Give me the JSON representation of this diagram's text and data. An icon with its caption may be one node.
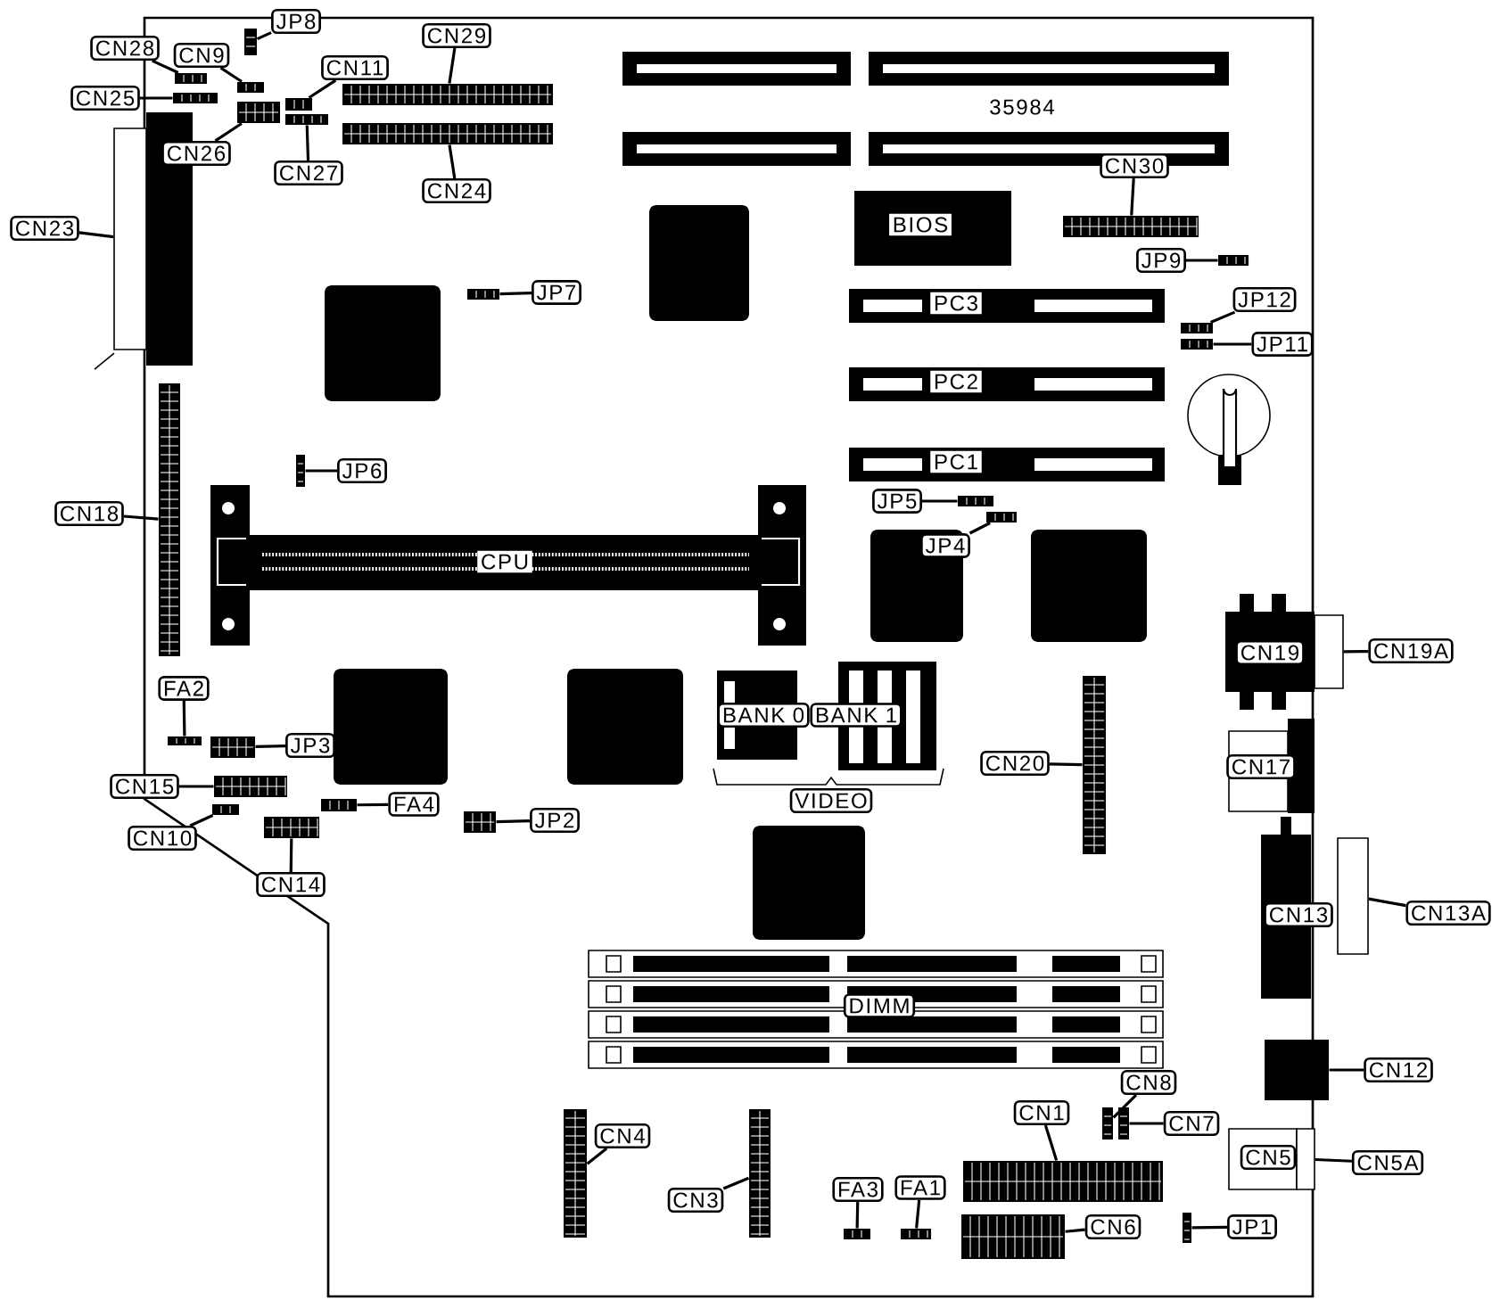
{
  "diagram": {
    "nodes": [
      {
        "text": [
          "JP8"
        ]
      },
      {
        "text": [],
        "shape": "box"
      },
      {
        "text": [
          "CN28"
        ]
      },
      {
        "text": [],
        "shape": "box"
      },
      {
        "text": [
          "CN9"
        ]
      },
      {
        "text": [],
        "shape": "box"
      },
      {
        "text": [
          "CN29"
        ]
      },
      {
        "text": [],
        "shape": "box"
      },
      {
        "text": [
          "CN11"
        ]
      },
      {
        "text": [],
        "shape": "box"
      },
      {
        "text": [
          "CN25"
        ]
      },
      {
        "text": [],
        "shape": "box"
      },
      {
        "text": [
          "CN26"
        ]
      },
      {
        "text": [],
        "shape": "box"
      },
      {
        "text": [
          "CN27"
        ]
      },
      {
        "text": [],
        "shape": "box"
      },
      {
        "text": [
          "CN24"
        ]
      },
      {
        "text": [],
        "shape": "box"
      },
      {
        "text": [
          "BIOS"
        ]
      },
      {
        "text": [
          "CN30"
        ]
      },
      {
        "text": [],
        "shape": "box"
      },
      {
        "text": [
          "CN23"
        ]
      },
      {
        "text": [],
        "shape": "box"
      },
      {
        "text": [
          "JP9"
        ]
      },
      {
        "text": [],
        "shape": "box"
      },
      {
        "text": [
          "JP7"
        ]
      },
      {
        "text": [],
        "shape": "box"
      },
      {
        "text": [
          "PC3"
        ]
      },
      {
        "text": [
          "JP12"
        ]
      },
      {
        "text": [],
        "shape": "box"
      },
      {
        "text": [
          "JP11"
        ]
      },
      {
        "text": [],
        "shape": "box"
      },
      {
        "text": [
          "PC2"
        ]
      },
      {
        "text": [
          "PC1"
        ]
      },
      {
        "text": [
          "JP6"
        ]
      },
      {
        "text": [],
        "shape": "box"
      },
      {
        "text": [
          "JP5"
        ]
      },
      {
        "text": [],
        "shape": "box"
      },
      {
        "text": [
          "CN18"
        ]
      },
      {
        "text": [],
        "shape": "box"
      },
      {
        "text": [
          "JP4"
        ]
      },
      {
        "text": [],
        "shape": "box"
      },
      {
        "text": [
          "CPU"
        ]
      },
      {
        "text": [
          "CN19"
        ]
      },
      {
        "text": [
          "CN19A"
        ]
      },
      {
        "text": [],
        "shape": "box"
      },
      {
        "text": [
          "FA2"
        ]
      },
      {
        "text": [],
        "shape": "box"
      },
      {
        "text": [
          "BANK 0"
        ]
      },
      {
        "text": [
          "BANK 1"
        ]
      },
      {
        "text": [
          "JP3"
        ]
      },
      {
        "text": [],
        "shape": "box"
      },
      {
        "text": [
          "CN20"
        ]
      },
      {
        "text": [],
        "shape": "box"
      },
      {
        "text": [
          "CN17"
        ]
      },
      {
        "text": [
          "CN15"
        ]
      },
      {
        "text": [],
        "shape": "box"
      },
      {
        "text": [
          "VIDEO"
        ]
      },
      {
        "text": [
          "FA4"
        ]
      },
      {
        "text": [],
        "shape": "box"
      },
      {
        "text": [
          "JP2"
        ]
      },
      {
        "text": [],
        "shape": "box"
      },
      {
        "text": [
          "CN10"
        ]
      },
      {
        "text": [],
        "shape": "box"
      },
      {
        "text": [
          "CN14"
        ]
      },
      {
        "text": [],
        "shape": "box"
      },
      {
        "text": [
          "CN13"
        ]
      },
      {
        "text": [
          "CN13A"
        ]
      },
      {
        "text": [],
        "shape": "box"
      },
      {
        "text": [
          "DIMM"
        ]
      },
      {
        "text": [
          "CN12"
        ]
      },
      {
        "text": [],
        "shape": "box"
      },
      {
        "text": [
          "CN8"
        ]
      },
      {
        "text": [],
        "shape": "box"
      },
      {
        "text": [
          "CN1"
        ]
      },
      {
        "text": [],
        "shape": "box"
      },
      {
        "text": [
          "CN7"
        ]
      },
      {
        "text": [],
        "shape": "box"
      },
      {
        "text": [
          "CN4"
        ]
      },
      {
        "text": [],
        "shape": "box"
      },
      {
        "text": [
          "CN5"
        ]
      },
      {
        "text": [
          "CN5A"
        ]
      },
      {
        "text": [],
        "shape": "box"
      },
      {
        "text": [
          "FA3"
        ]
      },
      {
        "text": [],
        "shape": "box"
      },
      {
        "text": [
          "FA1"
        ]
      },
      {
        "text": [],
        "shape": "box"
      },
      {
        "text": [
          "CN3"
        ]
      },
      {
        "text": [],
        "shape": "box"
      },
      {
        "text": [
          "CN6"
        ]
      },
      {
        "text": [],
        "shape": "box"
      },
      {
        "text": [
          "JP1"
        ]
      },
      {
        "text": [],
        "shape": "box"
      }
    ],
    "edges": [
      {
        "from": 0,
        "to": 1,
        "arrow": "none"
      },
      {
        "from": 2,
        "to": 3,
        "arrow": "none"
      },
      {
        "from": 4,
        "to": 5,
        "arrow": "none"
      },
      {
        "from": 6,
        "to": 7,
        "arrow": "none"
      },
      {
        "from": 8,
        "to": 9,
        "arrow": "none"
      },
      {
        "from": 10,
        "to": 11,
        "arrow": "none"
      },
      {
        "from": 12,
        "to": 13,
        "arrow": "none"
      },
      {
        "from": 14,
        "to": 15,
        "arrow": "none"
      },
      {
        "from": 16,
        "to": 17,
        "arrow": "none"
      },
      {
        "from": 19,
        "to": 20,
        "arrow": "none"
      },
      {
        "from": 21,
        "to": 22,
        "arrow": "none"
      },
      {
        "from": 23,
        "to": 24,
        "arrow": "none"
      },
      {
        "from": 25,
        "to": 26,
        "arrow": "none"
      },
      {
        "from": 28,
        "to": 29,
        "arrow": "none"
      },
      {
        "from": 30,
        "to": 31,
        "arrow": "none"
      },
      {
        "from": 34,
        "to": 35,
        "arrow": "none"
      },
      {
        "from": 36,
        "to": 37,
        "arrow": "none"
      },
      {
        "from": 38,
        "to": 39,
        "arrow": "none"
      },
      {
        "from": 40,
        "to": 41,
        "arrow": "none"
      },
      {
        "from": 44,
        "to": 45,
        "arrow": "none"
      },
      {
        "from": 46,
        "to": 47,
        "arrow": "none"
      },
      {
        "from": 50,
        "to": 51,
        "arrow": "none"
      },
      {
        "from": 52,
        "to": 53,
        "arrow": "none"
      },
      {
        "from": 55,
        "to": 56,
        "arrow": "none"
      },
      {
        "from": 58,
        "to": 59,
        "arrow": "none"
      },
      {
        "from": 60,
        "to": 61,
        "arrow": "none"
      },
      {
        "from": 62,
        "to": 63,
        "arrow": "none"
      },
      {
        "from": 64,
        "to": 65,
        "arrow": "none"
      },
      {
        "from": 67,
        "to": 68,
        "arrow": "none"
      },
      {
        "from": 70,
        "to": 71,
        "arrow": "none"
      },
      {
        "from": 72,
        "to": 73,
        "arrow": "none"
      },
      {
        "from": 74,
        "to": 75,
        "arrow": "none"
      },
      {
        "from": 76,
        "to": 77,
        "arrow": "none"
      },
      {
        "from": 78,
        "to": 79,
        "arrow": "none"
      },
      {
        "from": 81,
        "to": 82,
        "arrow": "none"
      },
      {
        "from": 83,
        "to": 84,
        "arrow": "none"
      },
      {
        "from": 85,
        "to": 86,
        "arrow": "none"
      },
      {
        "from": 87,
        "to": 88,
        "arrow": "none"
      },
      {
        "from": 89,
        "to": 90,
        "arrow": "none"
      },
      {
        "from": 91,
        "to": 92,
        "arrow": "none"
      }
    ],
    "labels": [
      "35984"
    ]
  }
}
